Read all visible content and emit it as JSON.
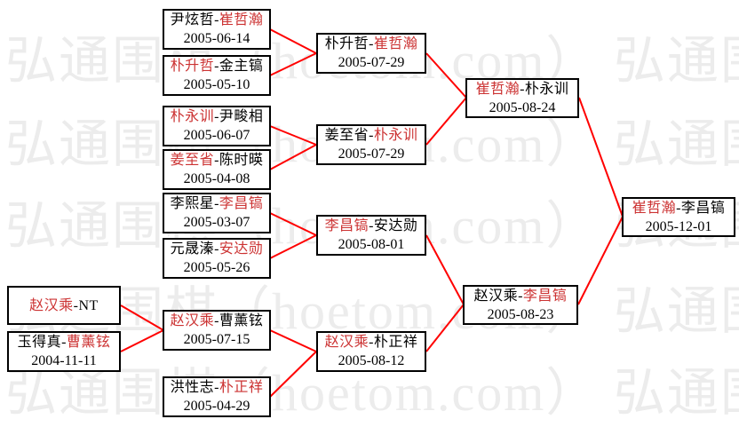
{
  "watermark": {
    "text": "弘通围棋（hoetom.com）",
    "row_text": "弘通围棋（hoetom.com） 弘通围棋（hoetom.com）",
    "rows": 5,
    "color": "#ececec"
  },
  "colors": {
    "winner_text": "#cc3333",
    "connector_line": "#ff0000",
    "box_border": "#000000",
    "body_text": "#000000",
    "watermark": "#ececec",
    "background": "#ffffff"
  },
  "separator": "-",
  "matches": [
    {
      "players": [
        {
          "name": "赵汉乘",
          "winner": true
        },
        {
          "name": "NT",
          "winner": false
        }
      ],
      "date": ""
    },
    {
      "players": [
        {
          "name": "玉得真",
          "winner": false
        },
        {
          "name": "曹薰铉",
          "winner": true
        }
      ],
      "date": "2004-11-11"
    },
    {
      "players": [
        {
          "name": "尹炫哲",
          "winner": false
        },
        {
          "name": "崔哲瀚",
          "winner": true
        }
      ],
      "date": "2005-06-14"
    },
    {
      "players": [
        {
          "name": "朴升哲",
          "winner": true
        },
        {
          "name": "金主镐",
          "winner": false
        }
      ],
      "date": "2005-05-10"
    },
    {
      "players": [
        {
          "name": "朴永训",
          "winner": true
        },
        {
          "name": "尹畯相",
          "winner": false
        }
      ],
      "date": "2005-06-07"
    },
    {
      "players": [
        {
          "name": "姜至省",
          "winner": true
        },
        {
          "name": "陈时暎",
          "winner": false
        }
      ],
      "date": "2005-04-08"
    },
    {
      "players": [
        {
          "name": "李熙星",
          "winner": false
        },
        {
          "name": "李昌镐",
          "winner": true
        }
      ],
      "date": "2005-03-07"
    },
    {
      "players": [
        {
          "name": "元晟溱",
          "winner": false
        },
        {
          "name": "安达勋",
          "winner": true
        }
      ],
      "date": "2005-05-26"
    },
    {
      "players": [
        {
          "name": "赵汉乘",
          "winner": true
        },
        {
          "name": "曹薰铉",
          "winner": false
        }
      ],
      "date": "2005-07-15"
    },
    {
      "players": [
        {
          "name": "洪性志",
          "winner": false
        },
        {
          "name": "朴正祥",
          "winner": true
        }
      ],
      "date": "2005-04-29"
    },
    {
      "players": [
        {
          "name": "朴升哲",
          "winner": false
        },
        {
          "name": "崔哲瀚",
          "winner": true
        }
      ],
      "date": "2005-07-29"
    },
    {
      "players": [
        {
          "name": "姜至省",
          "winner": false
        },
        {
          "name": "朴永训",
          "winner": true
        }
      ],
      "date": "2005-07-29"
    },
    {
      "players": [
        {
          "name": "李昌镐",
          "winner": true
        },
        {
          "name": "安达勋",
          "winner": false
        }
      ],
      "date": "2005-08-01"
    },
    {
      "players": [
        {
          "name": "赵汉乘",
          "winner": true
        },
        {
          "name": "朴正祥",
          "winner": false
        }
      ],
      "date": "2005-08-12"
    },
    {
      "players": [
        {
          "name": "崔哲瀚",
          "winner": true
        },
        {
          "name": "朴永训",
          "winner": false
        }
      ],
      "date": "2005-08-24"
    },
    {
      "players": [
        {
          "name": "赵汉乘",
          "winner": false
        },
        {
          "name": "李昌镐",
          "winner": true
        }
      ],
      "date": "2005-08-23"
    },
    {
      "players": [
        {
          "name": "崔哲瀚",
          "winner": true
        },
        {
          "name": "李昌镐",
          "winner": false
        }
      ],
      "date": "2005-12-01"
    }
  ]
}
